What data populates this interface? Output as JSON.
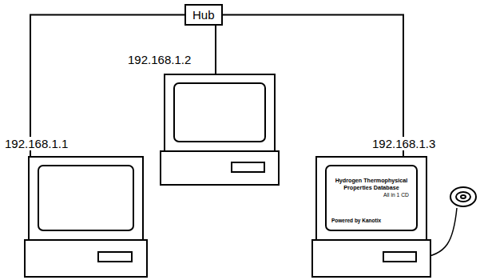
{
  "diagram": {
    "nodes": [
      {
        "text": [
          "Hub"
        ]
      },
      {
        "text": [
          "192.168.1.1"
        ]
      },
      {
        "text": [
          "192.168.1.2"
        ]
      },
      {
        "text": [
          "192.168.1.3",
          "Hydrogen Thermophysical Properties Database",
          "All in 1 CD",
          "Powered by Kanotix"
        ]
      }
    ],
    "edges": [
      {
        "from": 0,
        "to": 1,
        "arrow": "none"
      },
      {
        "from": 0,
        "to": 2,
        "arrow": "none"
      },
      {
        "from": 0,
        "to": 3,
        "arrow": "none"
      }
    ]
  }
}
